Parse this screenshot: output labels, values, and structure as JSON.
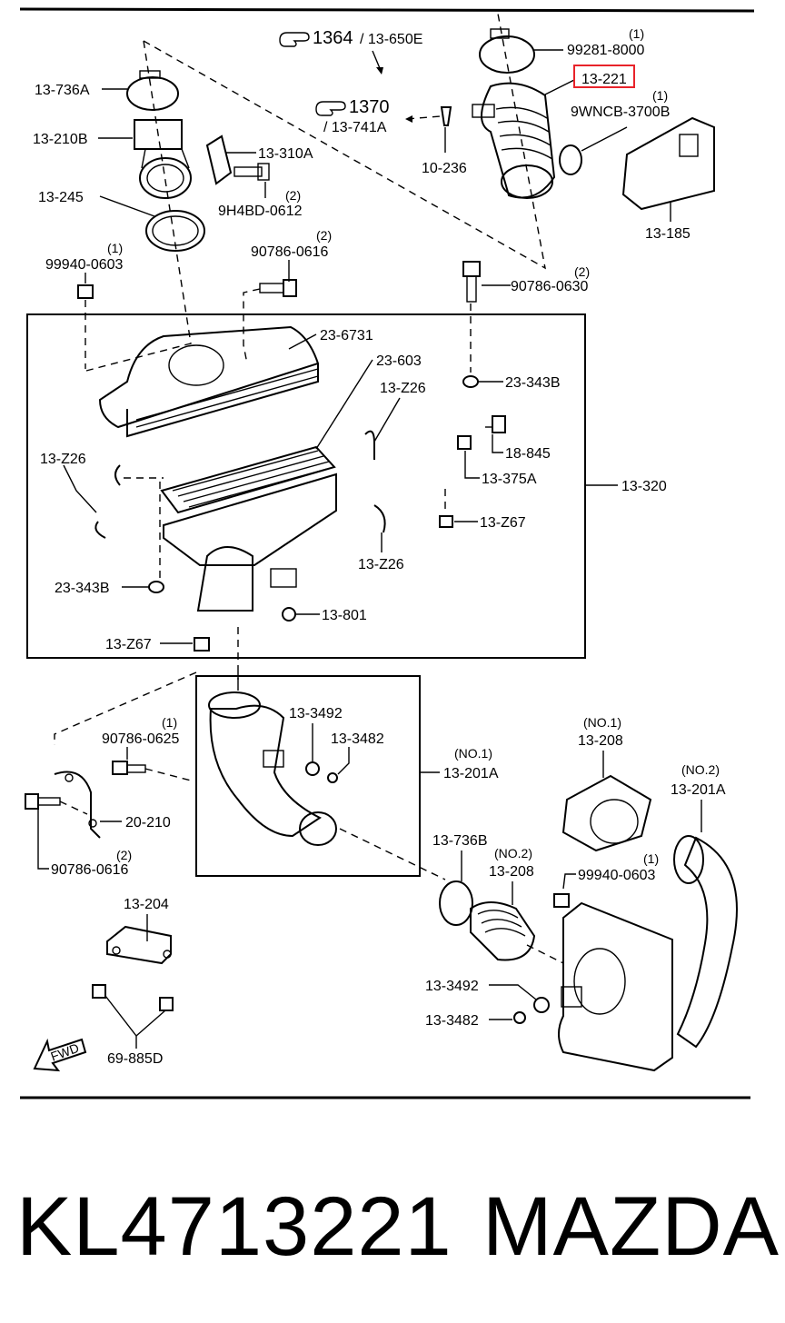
{
  "diagram": {
    "refs": [
      {
        "main": "1364",
        "sub": "/ 13-650E"
      },
      {
        "main": "1370",
        "sub": "/ 13-741A"
      }
    ],
    "highlight": {
      "label": "13-221",
      "color": "#e8232a"
    },
    "labels": {
      "p13736a": "13-736A",
      "p13210b": "13-210B",
      "p13310a": "13-310A",
      "p9h4bd": "9H4BD-0612",
      "p9h4bd_qty": "(2)",
      "p13245": "13-245",
      "p99940a": "99940-0603",
      "p99940a_qty": "(1)",
      "p90786a": "90786-0616",
      "p90786a_qty": "(2)",
      "p99281": "99281-8000",
      "p99281_qty": "(1)",
      "p9wncb": "9WNCB-3700B",
      "p9wncb_qty": "(1)",
      "p10236": "10-236",
      "p13185": "13-185",
      "p90786b": "90786-0630",
      "p90786b_qty": "(2)",
      "p236731": "23-6731",
      "p23603": "23-603",
      "p13z26a": "13-Z26",
      "p23343ba": "23-343B",
      "p13z26b": "13-Z26",
      "p18845": "18-845",
      "p13375a": "13-375A",
      "p13320": "13-320",
      "p13z67a": "13-Z67",
      "p13z26c": "13-Z26",
      "p23343bb": "23-343B",
      "p13801": "13-801",
      "p13z67b": "13-Z67",
      "p13492a": "13-3492",
      "p13482a": "13-3482",
      "p13201a_no1": "(NO.1)",
      "p13201a": "13-201A",
      "p90786c": "90786-0625",
      "p90786c_qty": "(1)",
      "p20210": "20-210",
      "p90786d": "90786-0616",
      "p90786d_qty": "(2)",
      "p13208_no1": "(NO.1)",
      "p13208a": "13-208",
      "p13201b_no2": "(NO.2)",
      "p13201b": "13-201A",
      "p13736b": "13-736B",
      "p13208_no2": "(NO.2)",
      "p13208b": "13-208",
      "p99940b": "99940-0603",
      "p99940b_qty": "(1)",
      "p13204": "13-204",
      "p13492b": "13-3492",
      "p13482b": "13-3482",
      "p69885d": "69-885D",
      "fwd": "FWD"
    }
  },
  "footer": {
    "part_number": "KL4713221",
    "brand": "MAZDA"
  }
}
